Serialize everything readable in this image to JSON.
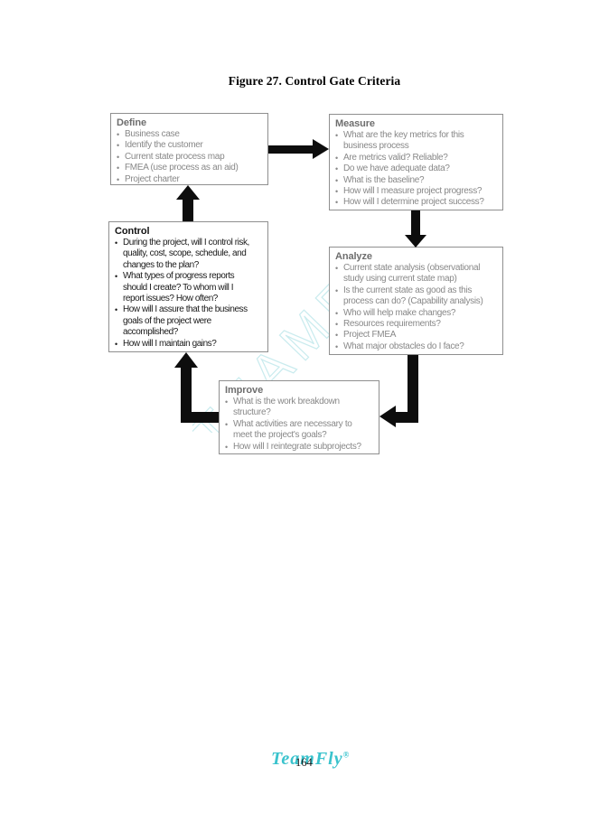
{
  "page": {
    "title": "Figure 27. Control Gate Criteria",
    "page_number": "164",
    "brand": {
      "name": "TeamFly",
      "registered_mark": "®"
    },
    "watermark_text": "TEAMFLY",
    "colors": {
      "brand_teal": "#3AC3CD",
      "watermark_cyan": "#C9EBEE",
      "box_border_gray": "#8F8F8F",
      "box_heading_gray": "#6E6E6E",
      "box_text_gray": "#888888",
      "emphasis_black": "#1A1A1A",
      "arrow_black": "#0D0D0D"
    }
  },
  "diagram": {
    "boxes": {
      "define": {
        "title": "Define",
        "items": [
          [
            "Business case"
          ],
          [
            "Identify the customer"
          ],
          [
            "Current state process map"
          ],
          [
            "FMEA (use process as an aid)"
          ],
          [
            "Project charter"
          ]
        ]
      },
      "measure": {
        "title": "Measure",
        "items": [
          [
            "What are the key metrics for this",
            "business process"
          ],
          [
            "Are metrics valid? Reliable?"
          ],
          [
            "Do we have adequate data?"
          ],
          [
            "What is the baseline?"
          ],
          [
            "How will I measure project progress?"
          ],
          [
            "How will I determine project success?"
          ]
        ]
      },
      "analyze": {
        "title": "Analyze",
        "items": [
          [
            "Current state analysis (observational",
            "study using current state map)"
          ],
          [
            "Is the current state as good as this",
            "process can do? (Capability analysis)"
          ],
          [
            "Who will help make changes?"
          ],
          [
            "Resources requirements?"
          ],
          [
            "Project FMEA"
          ],
          [
            "What major obstacles do I face?"
          ]
        ]
      },
      "control": {
        "title": "Control",
        "items": [
          [
            "During the project, will I control risk,",
            "quality, cost, scope, schedule, and",
            "changes to the plan?"
          ],
          [
            "What types of progress reports",
            "should I create? To whom will I",
            "report issues? How often?"
          ],
          [
            "How will I assure that the business",
            "goals of the project were",
            "accomplished?"
          ],
          [
            "How will I maintain gains?"
          ]
        ]
      },
      "improve": {
        "title": "Improve",
        "items": [
          [
            "What is the work breakdown",
            "structure?"
          ],
          [
            "What activities are necessary to",
            "meet the project's goals?"
          ],
          [
            "How will I reintegrate subprojects?"
          ]
        ]
      }
    },
    "arrows": [
      {
        "from": "Define",
        "to": "Measure"
      },
      {
        "from": "Measure",
        "to": "Analyze"
      },
      {
        "from": "Analyze",
        "to": "Improve"
      },
      {
        "from": "Improve",
        "to": "Control"
      },
      {
        "from": "Control",
        "to": "Define"
      }
    ]
  }
}
